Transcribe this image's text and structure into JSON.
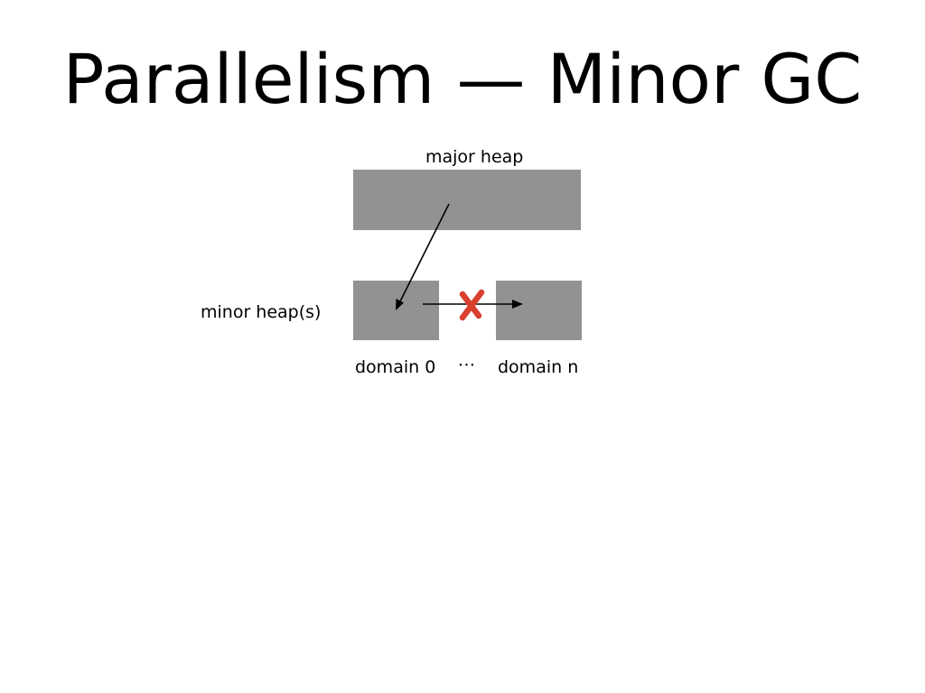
{
  "slide": {
    "title": "Parallelism — Minor GC"
  },
  "diagram": {
    "major_heap_label": "major heap",
    "minor_heap_label": "minor heap(s)",
    "domain_0_label": "domain 0",
    "ellipsis": "⋯",
    "domain_n_label": "domain n",
    "block_color": "#929292",
    "cross_color": "#d9402e",
    "arrows": [
      {
        "from": "major heap",
        "to": "domain 0",
        "allowed": true
      },
      {
        "from": "domain 0",
        "to": "domain n",
        "allowed": false
      }
    ],
    "cross_icon": "cross-mark-icon"
  }
}
